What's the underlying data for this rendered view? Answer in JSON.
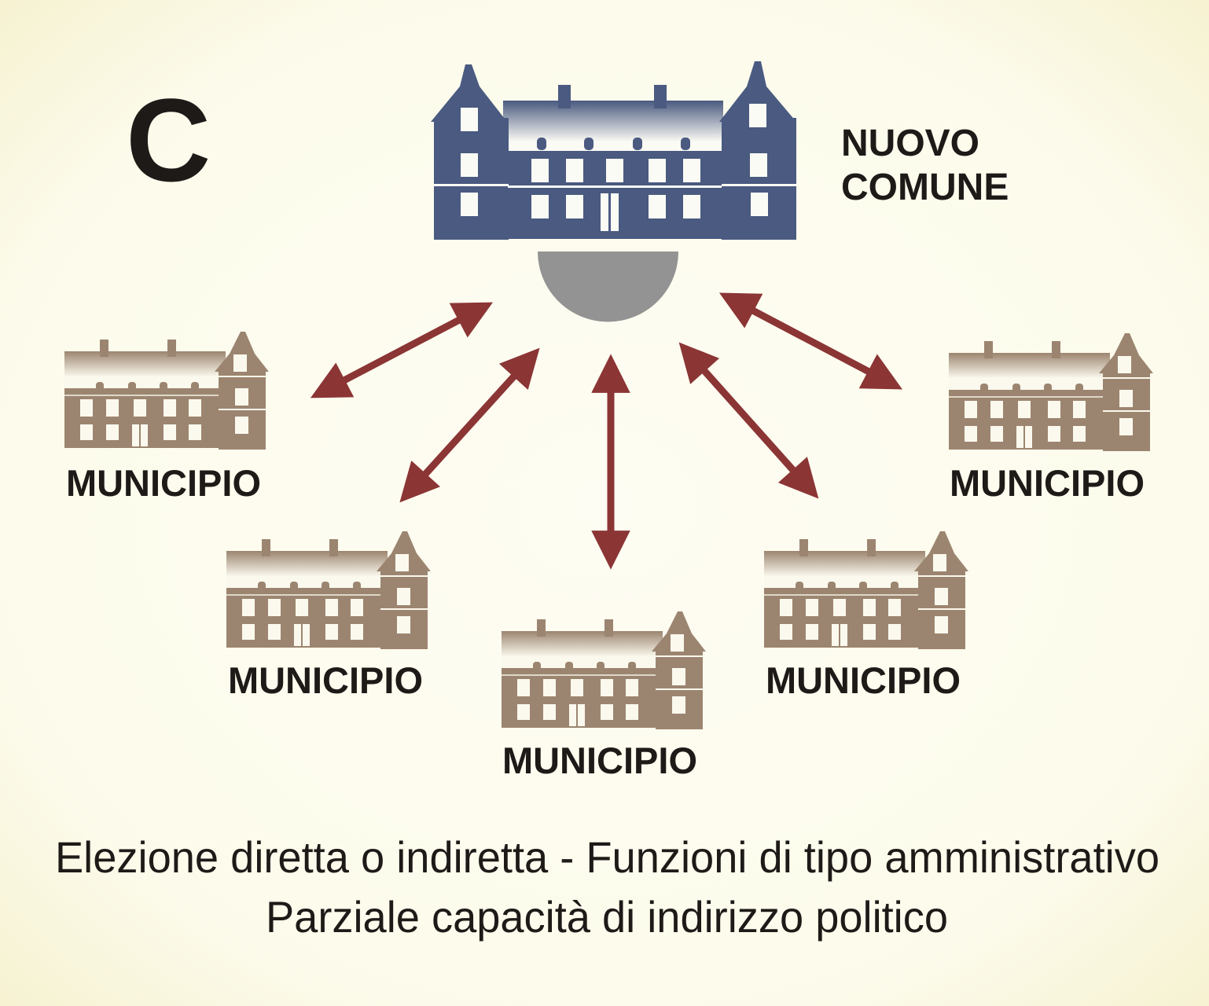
{
  "panel_letter": "C",
  "center": {
    "title_line1": "NUOVO",
    "title_line2": "COMUNE"
  },
  "municipi": [
    {
      "label": "MUNICIPIO"
    },
    {
      "label": "MUNICIPIO"
    },
    {
      "label": "MUNICIPIO"
    },
    {
      "label": "MUNICIPIO"
    },
    {
      "label": "MUNICIPIO"
    }
  ],
  "caption": {
    "line1": "Elezione diretta o indiretta - Funzioni di tipo amministrativo",
    "line2": "Parziale capacità di indirizzo politico"
  },
  "colors": {
    "center_building": "#4a5a80",
    "municipio": "#9c8570",
    "arrow": "#8b3535",
    "hemisphere": "#939393"
  }
}
